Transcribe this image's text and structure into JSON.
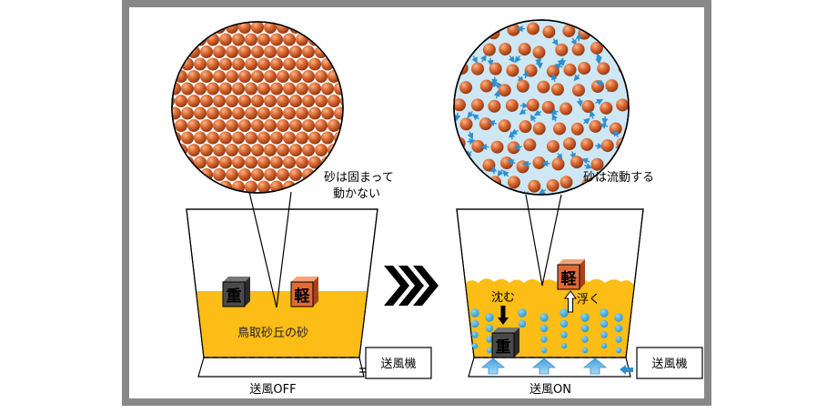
{
  "labels": {
    "left_bubble": [
      "砂は固まって",
      "動かない"
    ],
    "right_bubble": "砂は流動する",
    "sand_name": "鳥取砂丘の砂",
    "heavy_block": "重",
    "light_block": "軽",
    "sink": "沈む",
    "float": "浮く",
    "blower": "送風機",
    "state_off": "送風OFF",
    "state_on": "送風ON"
  },
  "colors": {
    "frame": "#888888",
    "sand": "#fbbd16",
    "grain": "#d8602a",
    "air_bubble": "#2aa3dc",
    "fluid_background": "#cde7f5",
    "heavy_block": "#4a4a4a",
    "light_block": "#e06a35",
    "arrow_blue": "#2f8fd0"
  },
  "icons": {
    "transition": "triple-chevron-right-icon"
  }
}
